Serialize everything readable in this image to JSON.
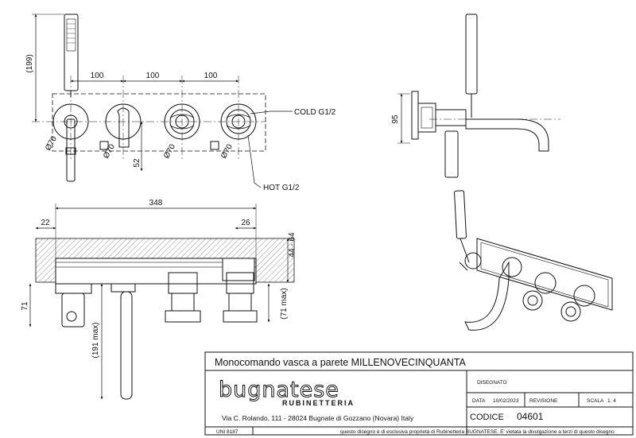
{
  "dimensions": {
    "handshower_height": "(199)",
    "spacing_1": "100",
    "spacing_2": "100",
    "spacing_3": "100",
    "dia_1": "Ø70",
    "dia_2": "Ø70",
    "dia_3": "Ø70",
    "dia_4": "Ø70",
    "lever_height": "52",
    "side_height": "95",
    "total_length": "348",
    "left_offset": "22",
    "right_offset": "26",
    "wall_depth": "44 - 64",
    "body_height": "71",
    "body_height_max": "(71 max)",
    "spout_max": "(191 max)"
  },
  "labels": {
    "cold": "COLD G1/2",
    "hot": "HOT G1/2"
  },
  "title_block": {
    "product_title": "Monocomando vasca a parete MILLENOVECINQUANTA",
    "brand": "bugnatese",
    "brand_sub": "RUBINETTERIA",
    "address": "Via C. Rolando, 111 - 28024 Bugnate di Gozzano (Novara) Italy",
    "drawn_label": "DISEGNATO",
    "date_label": "DATA",
    "date_value": "10/02/2023",
    "revision_label": "REVISIONE",
    "scale_label": "SCALA",
    "scale_value": "1: 4",
    "code_label": "CODICE",
    "code_value": "04601",
    "standard": "UNI 8187",
    "disclaimer": "questo disegno è di esclusiva proprietà di Rubinetteria BUGNATESE. E' vietata la divulgazione a terzi di questo disegno"
  }
}
